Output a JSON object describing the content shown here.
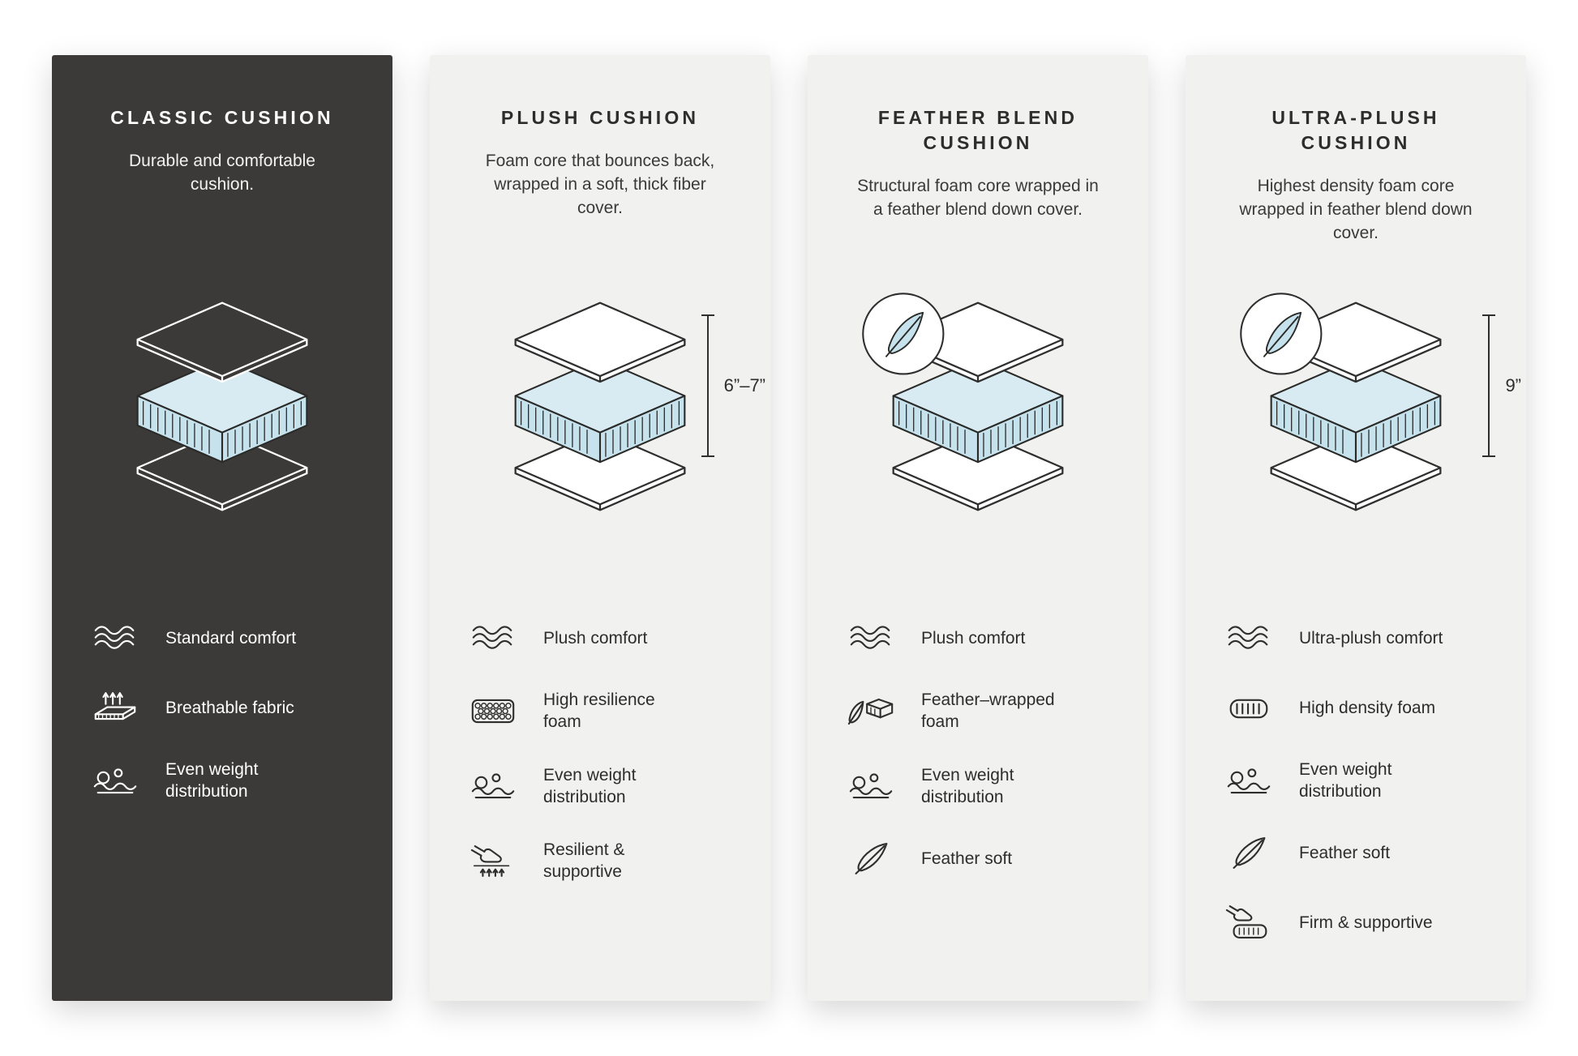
{
  "colors": {
    "dark_panel": "#3b3a38",
    "light_panel": "#f1f1ef",
    "foam_blue": "#c6e2ec",
    "foam_top": "#d8ebf2",
    "line_dark": "#2a2a28",
    "line_light": "#ffffff",
    "sheet_light": "#ffffff"
  },
  "panels": [
    {
      "id": "classic",
      "theme": "dark",
      "title": "CLASSIC CUSHION",
      "description": "Durable and comfortable cushion.",
      "diagram": {
        "feather_badge": false,
        "dimension": ""
      },
      "features": [
        {
          "icon": "waves-icon",
          "label": "Standard comfort"
        },
        {
          "icon": "breathable-icon",
          "label": "Breathable fabric"
        },
        {
          "icon": "weight-distribution-icon",
          "label": "Even weight distribution"
        }
      ]
    },
    {
      "id": "plush",
      "theme": "light",
      "title": "PLUSH CUSHION",
      "description": "Foam core that bounces back, wrapped in a soft, thick fiber cover.",
      "diagram": {
        "feather_badge": false,
        "dimension": "6”–7”"
      },
      "features": [
        {
          "icon": "waves-icon",
          "label": "Plush comfort"
        },
        {
          "icon": "honeycomb-icon",
          "label": "High resilience foam"
        },
        {
          "icon": "weight-distribution-icon",
          "label": "Even weight distribution"
        },
        {
          "icon": "hand-press-icon",
          "label": "Resilient & supportive"
        }
      ]
    },
    {
      "id": "feather-blend",
      "theme": "light",
      "title": "FEATHER BLEND CUSHION",
      "description": "Structural foam core wrapped in a feather blend down cover.",
      "diagram": {
        "feather_badge": true,
        "dimension": ""
      },
      "features": [
        {
          "icon": "waves-icon",
          "label": "Plush comfort"
        },
        {
          "icon": "feather-foam-icon",
          "label": "Feather–wrapped foam"
        },
        {
          "icon": "weight-distribution-icon",
          "label": "Even weight distribution"
        },
        {
          "icon": "feather-icon",
          "label": "Feather soft"
        }
      ]
    },
    {
      "id": "ultra-plush",
      "theme": "light",
      "title": "ULTRA-PLUSH CUSHION",
      "description": "Highest density foam core wrapped in feather blend down cover.",
      "diagram": {
        "feather_badge": true,
        "dimension": "9”"
      },
      "features": [
        {
          "icon": "waves-icon",
          "label": "Ultra-plush comfort"
        },
        {
          "icon": "foam-coils-icon",
          "label": "High density foam"
        },
        {
          "icon": "weight-distribution-icon",
          "label": "Even weight distribution"
        },
        {
          "icon": "feather-icon",
          "label": "Feather soft"
        },
        {
          "icon": "firm-support-icon",
          "label": "Firm & supportive"
        }
      ]
    }
  ]
}
